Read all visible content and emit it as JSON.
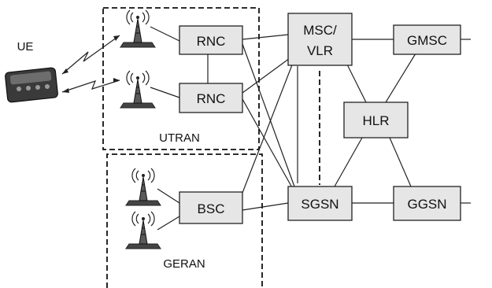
{
  "ue": {
    "label": "UE"
  },
  "regions": {
    "utran": "UTRAN",
    "geran": "GERAN"
  },
  "nodes": {
    "rnc_1": "RNC",
    "rnc_2": "RNC",
    "bsc": "BSC",
    "msc_vlr_line1": "MSC/",
    "msc_vlr_line2": "VLR",
    "gmsc": "GMSC",
    "hlr": "HLR",
    "sgsn": "SGSN",
    "ggsn": "GGSN"
  },
  "colors": {
    "node_fill": "#e6e6e6",
    "line": "#222222"
  },
  "icons": {
    "base_station": "radio-tower-icon",
    "ue_device": "mobile-handset-icon"
  }
}
